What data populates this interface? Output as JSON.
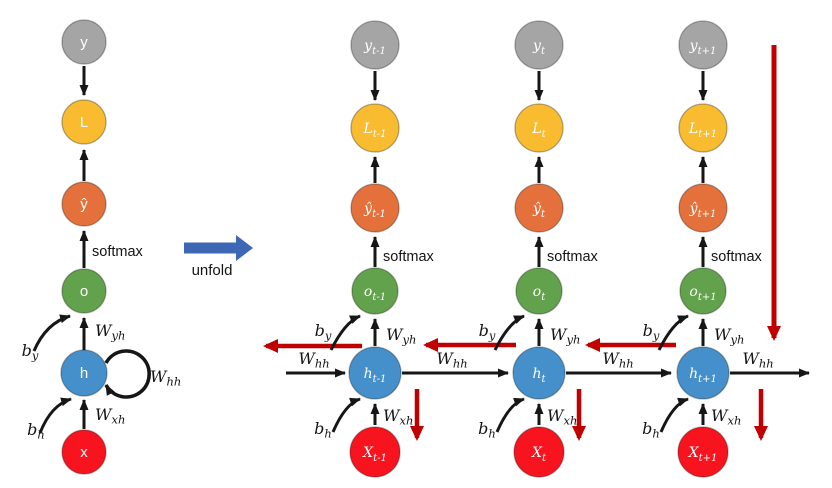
{
  "colors": {
    "node_gray": "#A5A5A5",
    "node_yellow": "#F9BC31",
    "node_orange": "#E4713B",
    "node_green": "#62A24C",
    "node_blue": "#4590CA",
    "node_red": "#F8141E",
    "arrow_black": "#161616",
    "arrow_red": "#C00000",
    "unfold_blue": "#3E68B5"
  },
  "unfold_arrow_label": "unfold",
  "folded": {
    "y": {
      "base": "y"
    },
    "loss": {
      "base": "L"
    },
    "yhat": {
      "base": "ŷ"
    },
    "o": {
      "base": "o"
    },
    "h": {
      "base": "h"
    },
    "x": {
      "base": "x"
    },
    "softmax": "softmax",
    "w_yh": {
      "base": "W",
      "sub": "yh"
    },
    "w_hh": {
      "base": "W",
      "sub": "hh"
    },
    "w_xh": {
      "base": "W",
      "sub": "xh"
    },
    "b_y": {
      "base": "b",
      "sub": "y"
    },
    "b_h": {
      "base": "b",
      "sub": "h"
    }
  },
  "cols": [
    {
      "y": {
        "base": "y",
        "sub": "t-1"
      },
      "loss": {
        "base": "L",
        "sub": "t-1"
      },
      "yhat": {
        "base": "ŷ",
        "sub": "t-1"
      },
      "o": {
        "base": "o",
        "sub": "t-1"
      },
      "h": {
        "base": "h",
        "sub": "t-1"
      },
      "x": {
        "base": "X",
        "sub": "t-1"
      },
      "softmax": "softmax",
      "w_yh": {
        "base": "W",
        "sub": "yh"
      },
      "w_xh": {
        "base": "W",
        "sub": "xh"
      },
      "b_y": {
        "base": "b",
        "sub": "y"
      },
      "b_h": {
        "base": "b",
        "sub": "h"
      }
    },
    {
      "y": {
        "base": "y",
        "sub": "t"
      },
      "loss": {
        "base": "L",
        "sub": "t"
      },
      "yhat": {
        "base": "ŷ",
        "sub": "t"
      },
      "o": {
        "base": "o",
        "sub": "t"
      },
      "h": {
        "base": "h",
        "sub": "t"
      },
      "x": {
        "base": "X",
        "sub": "t"
      },
      "softmax": "softmax",
      "w_yh": {
        "base": "W",
        "sub": "yh"
      },
      "w_xh": {
        "base": "W",
        "sub": "xh"
      },
      "b_y": {
        "base": "b",
        "sub": "y"
      },
      "b_h": {
        "base": "b",
        "sub": "h"
      }
    },
    {
      "y": {
        "base": "y",
        "sub": "t+1"
      },
      "loss": {
        "base": "L",
        "sub": "t+1"
      },
      "yhat": {
        "base": "ŷ",
        "sub": "t+1"
      },
      "o": {
        "base": "o",
        "sub": "t+1"
      },
      "h": {
        "base": "h",
        "sub": "t+1"
      },
      "x": {
        "base": "X",
        "sub": "t+1"
      },
      "softmax": "softmax",
      "w_yh": {
        "base": "W",
        "sub": "yh"
      },
      "w_xh": {
        "base": "W",
        "sub": "xh"
      },
      "b_y": {
        "base": "b",
        "sub": "y"
      },
      "b_h": {
        "base": "b",
        "sub": "h"
      }
    }
  ],
  "chain_w_hh": [
    {
      "base": "W",
      "sub": "hh"
    },
    {
      "base": "W",
      "sub": "hh"
    },
    {
      "base": "W",
      "sub": "hh"
    },
    {
      "base": "W",
      "sub": "hh"
    }
  ]
}
